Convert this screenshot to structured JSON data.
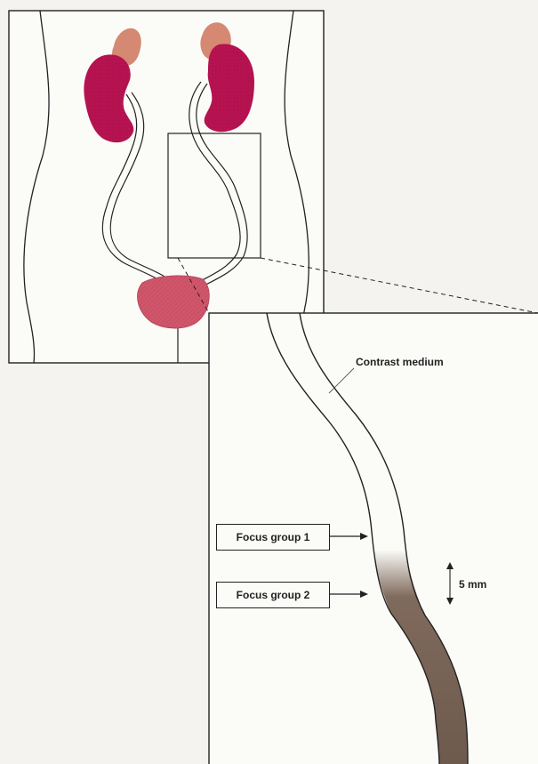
{
  "labels": {
    "contrast_medium": "Contrast medium",
    "focus_group_1": "Focus group 1",
    "focus_group_2": "Focus group 2",
    "scale_bar": "5 mm"
  },
  "colors": {
    "background": "#f4f3ef",
    "panel_fill": "#fbfbf8",
    "outline": "#222222",
    "kidney": "#b3124f",
    "adrenal_gland": "#d58872",
    "bladder": "#d0566c",
    "contrast_shadow": "#7f6a5c"
  },
  "icons": [
    "arrow-right-icon",
    "double-arrow-icon"
  ]
}
